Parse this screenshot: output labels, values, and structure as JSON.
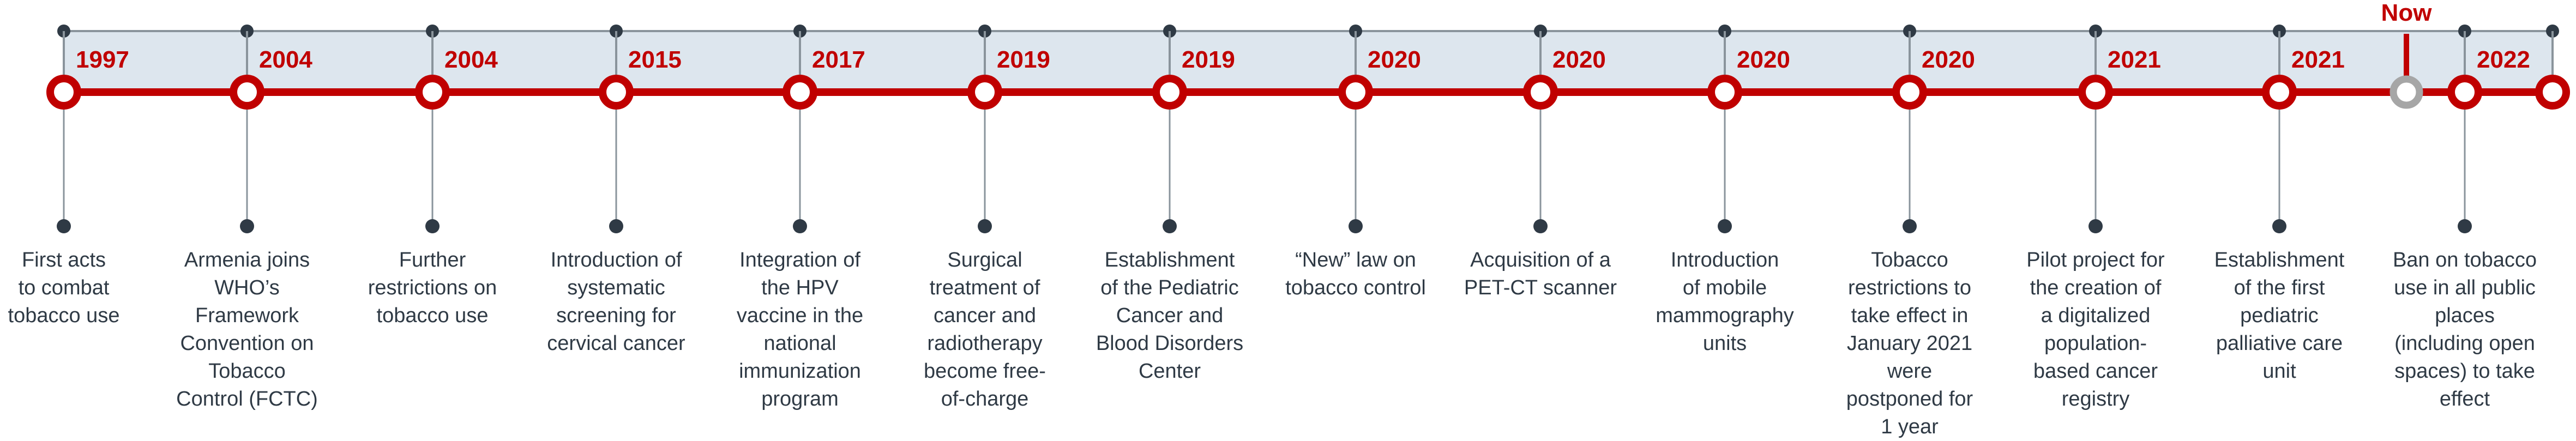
{
  "now_label": "Now",
  "colors": {
    "accent": "#c00000",
    "band": "#dde6ee",
    "line": "#8a949c",
    "dot": "#2f3a45",
    "now_ring": "#a6a6a6"
  },
  "events": [
    {
      "year": "1997",
      "lines": [
        "First acts",
        "to combat",
        "tobacco use"
      ]
    },
    {
      "year": "2004",
      "lines": [
        "Armenia joins",
        "WHO’s",
        "Framework",
        "Convention on",
        "Tobacco",
        "Control (FCTC)"
      ]
    },
    {
      "year": "2004",
      "lines": [
        "Further",
        "restrictions on",
        "tobacco use"
      ]
    },
    {
      "year": "2015",
      "lines": [
        "Introduction of",
        "systematic",
        "screening for",
        "cervical cancer"
      ]
    },
    {
      "year": "2017",
      "lines": [
        "Integration of",
        "the HPV",
        "vaccine in the",
        "national",
        "immunization",
        "program"
      ]
    },
    {
      "year": "2019",
      "lines": [
        "Surgical",
        "treatment of",
        "cancer and",
        "radiotherapy",
        "become free-",
        "of-charge"
      ]
    },
    {
      "year": "2019",
      "lines": [
        "Establishment",
        "of the Pediatric",
        "Cancer and",
        "Blood Disorders",
        "Center"
      ]
    },
    {
      "year": "2020",
      "lines": [
        "“New” law on",
        "tobacco control"
      ]
    },
    {
      "year": "2020",
      "lines": [
        "Acquisition of a",
        "PET-CT scanner"
      ]
    },
    {
      "year": "2020",
      "lines": [
        "Introduction",
        "of mobile",
        "mammography",
        "units"
      ]
    },
    {
      "year": "2020",
      "lines": [
        "Tobacco",
        "restrictions to",
        "take effect in",
        "January 2021",
        "were",
        "postponed for",
        "1 year"
      ]
    },
    {
      "year": "2021",
      "lines": [
        "Pilot project for",
        "the creation of",
        "a digitalized",
        "population-",
        "based cancer",
        "registry"
      ]
    },
    {
      "year": "2021",
      "lines": [
        "Establishment",
        "of the first",
        "pediatric",
        "palliative care",
        "unit"
      ]
    },
    {
      "year": "2022",
      "lines": [
        "Ban on tobacco",
        "use in all public",
        "places",
        "(including open",
        "spaces) to take",
        "effect"
      ]
    }
  ]
}
